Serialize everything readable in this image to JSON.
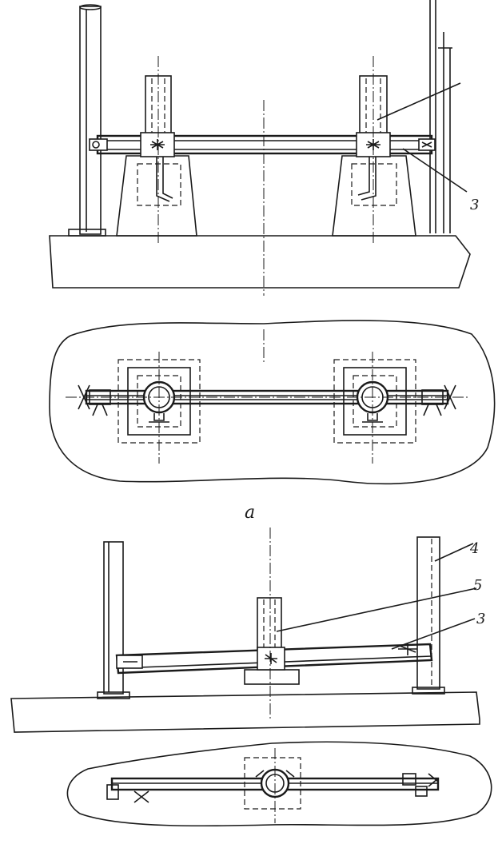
{
  "figure": {
    "labels": {
      "top_label_3": "3",
      "subfigure_a": "a",
      "label_4": "4",
      "label_5": "5",
      "bottom_label_3": "3"
    },
    "colors": {
      "ink": "#1a1a1a",
      "paper": "#ffffff"
    }
  }
}
